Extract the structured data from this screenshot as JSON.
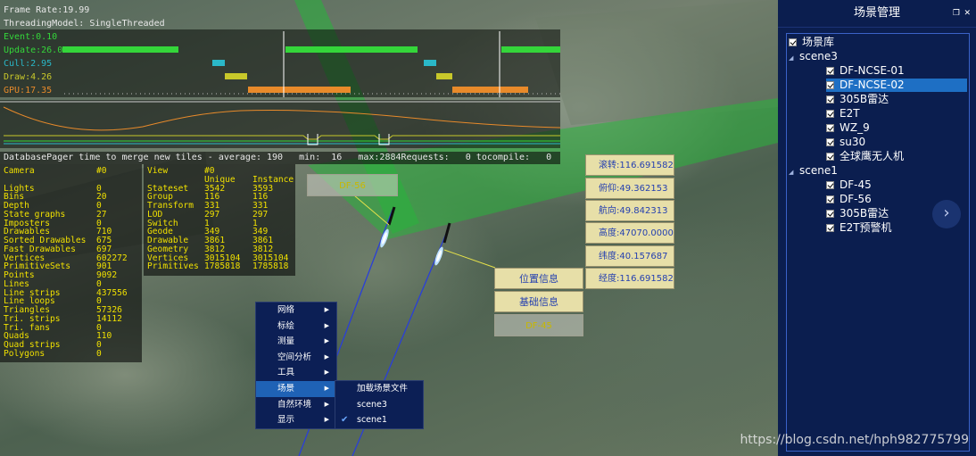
{
  "overlay": {
    "frame_rate": "Frame Rate:19.99",
    "threading_model": "ThreadingModel: SingleThreaded",
    "timing": [
      {
        "label": "Event:0.10",
        "color": "#34d63a"
      },
      {
        "label": "Update:26.00",
        "color": "#34d63a"
      },
      {
        "label": "Cull:2.95",
        "color": "#2ab8c8"
      },
      {
        "label": "Draw:4.26",
        "color": "#c8c82a"
      },
      {
        "label": "GPU:17.35",
        "color": "#e88a2a"
      }
    ],
    "pager_line": "DatabasePager time to merge new tiles - average: 190   min:  16   max:2884Requests:   0 tocompile:   0"
  },
  "camera_stats": {
    "labels": [
      "Camera",
      "",
      "Lights",
      "Bins",
      "Depth",
      "State graphs",
      "Imposters",
      "Drawables",
      "Sorted Drawables",
      "Fast Drawables",
      "Vertices",
      "PrimitiveSets",
      "Points",
      "Lines",
      "Line strips",
      "Line loops",
      "Triangles",
      "Tri. strips",
      "Tri. fans",
      "Quads",
      "Quad strips",
      "Polygons"
    ],
    "values": [
      "#0",
      "",
      "0",
      "20",
      "0",
      "27",
      "0",
      "710",
      "675",
      "697",
      "602272",
      "901",
      "9092",
      "0",
      "437556",
      "0",
      "57326",
      "14112",
      "0",
      "110",
      "0",
      "0"
    ]
  },
  "view_stats": {
    "labels": [
      "View",
      "",
      "Stateset",
      "Group",
      "Transform",
      "LOD",
      "Switch",
      "Geode",
      "Drawable",
      "Geometry",
      "Vertices",
      "Primitives"
    ],
    "unique": [
      "#0",
      "Unique",
      "3542",
      "116",
      "331",
      "297",
      "1",
      "349",
      "3861",
      "3812",
      "3015104",
      "1785818"
    ],
    "instance": [
      "",
      "Instance",
      "3593",
      "116",
      "331",
      "297",
      "1",
      "349",
      "3861",
      "3812",
      "3015104",
      "1785818"
    ]
  },
  "labels": {
    "df56_top": "DF-56",
    "roll": "滚转:116.691582",
    "pitch": "俯仰:49.362153",
    "heading": "航向:49.842313",
    "altitude": "高度:47070.00001",
    "latitude": "纬度:40.157687",
    "longitude": "经度:116.691582",
    "position_info": "位置信息",
    "basic_info": "基础信息",
    "df45": "DF-45"
  },
  "context_menu": {
    "items": [
      "网络",
      "标绘",
      "测量",
      "空间分析",
      "工具",
      "场景",
      "自然环境",
      "显示"
    ],
    "submenu": [
      "加载场景文件",
      "scene3",
      "scene1"
    ],
    "active_index": 5
  },
  "scene_panel": {
    "title": "场景管理",
    "root": "场景库",
    "scene3": "scene3",
    "scene3_items": [
      "DF-NCSE-01",
      "DF-NCSE-02",
      "305B雷达",
      "E2T",
      "WZ_9",
      "su30",
      "全球鹰无人机"
    ],
    "selected_item": "DF-NCSE-02",
    "scene1": "scene1",
    "scene1_items": [
      "DF-45",
      "DF-56",
      "305B雷达",
      "E2T预警机"
    ]
  },
  "watermark": "https://blog.csdn.net/hph982775799",
  "colors": {
    "panel_bg": "#0b1e4f",
    "selection": "#1e6fc4",
    "menu_bg": "#0c1f55",
    "label_bg": "#e7dfa8"
  }
}
